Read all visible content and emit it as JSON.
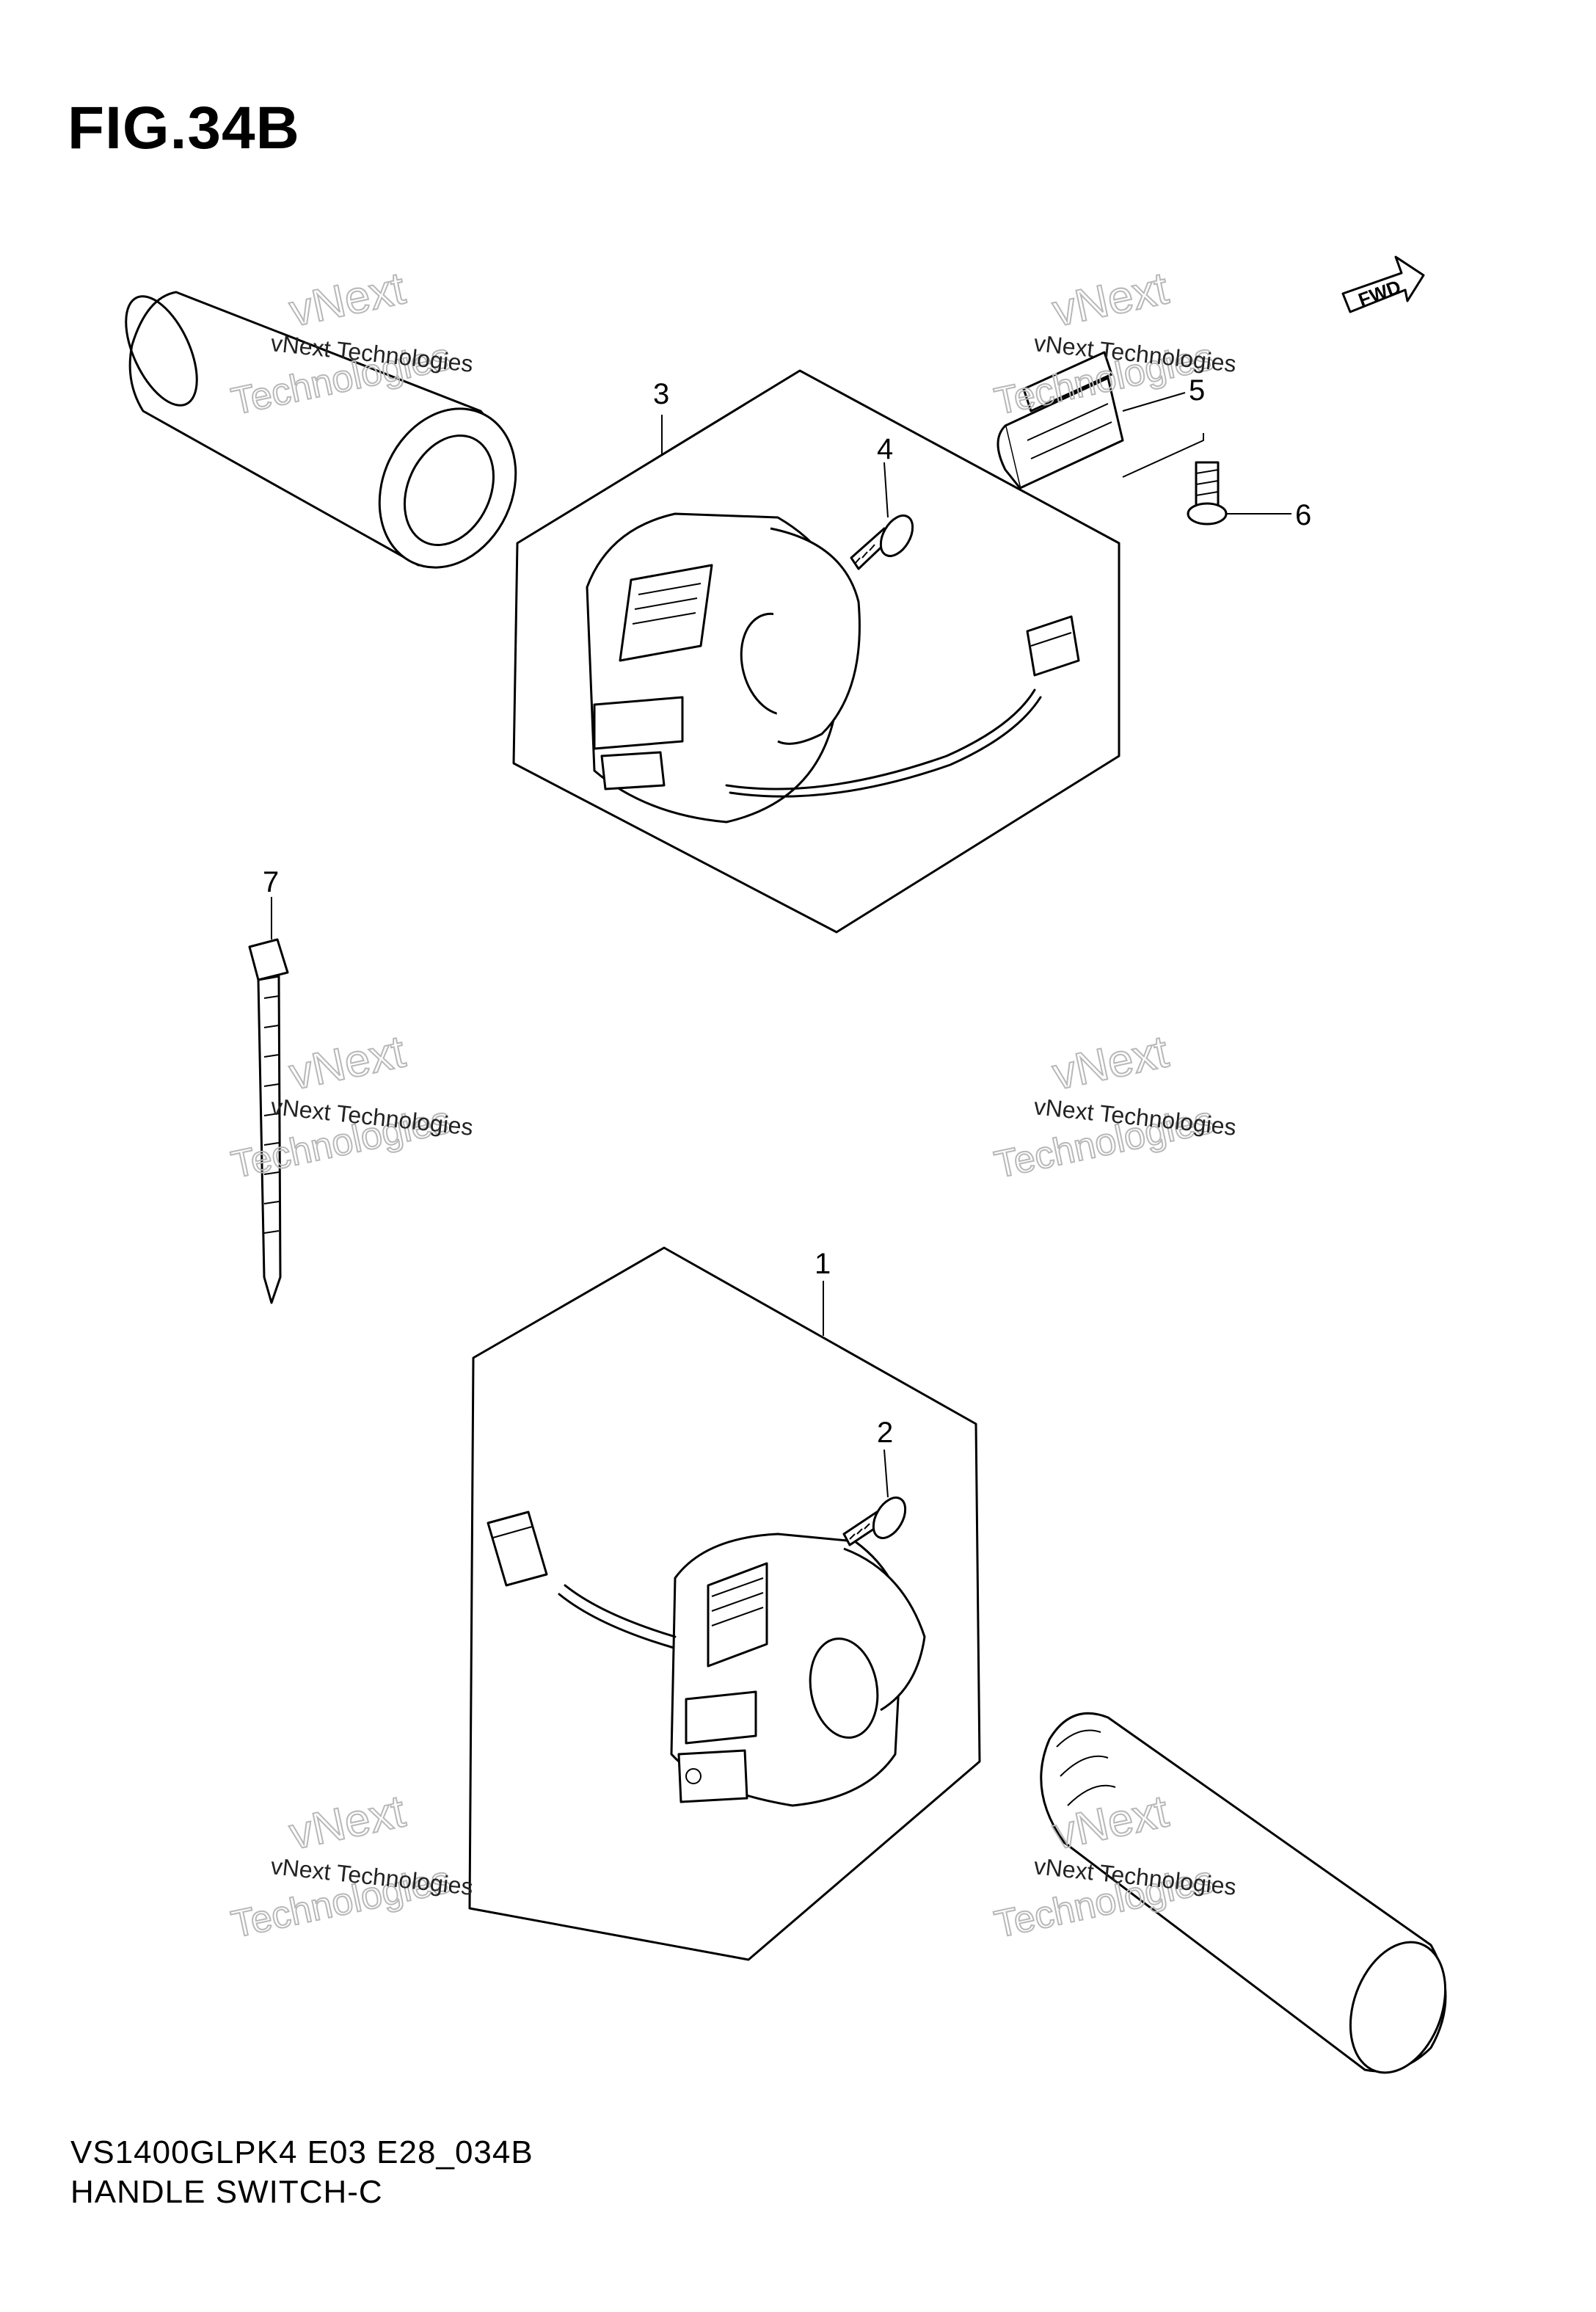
{
  "figure": {
    "title": "FIG.34B"
  },
  "direction_badge": "FWD",
  "callouts": [
    {
      "number": "1"
    },
    {
      "number": "2"
    },
    {
      "number": "3"
    },
    {
      "number": "4"
    },
    {
      "number": "5"
    },
    {
      "number": "6"
    },
    {
      "number": "7"
    }
  ],
  "watermark": {
    "line1": "vNext Technologies",
    "line2": "vNext",
    "line3": "Technologies"
  },
  "footer": {
    "model_code": "VS1400GLPK4 E03 E28_034B",
    "section_name": "HANDLE SWITCH-C"
  }
}
